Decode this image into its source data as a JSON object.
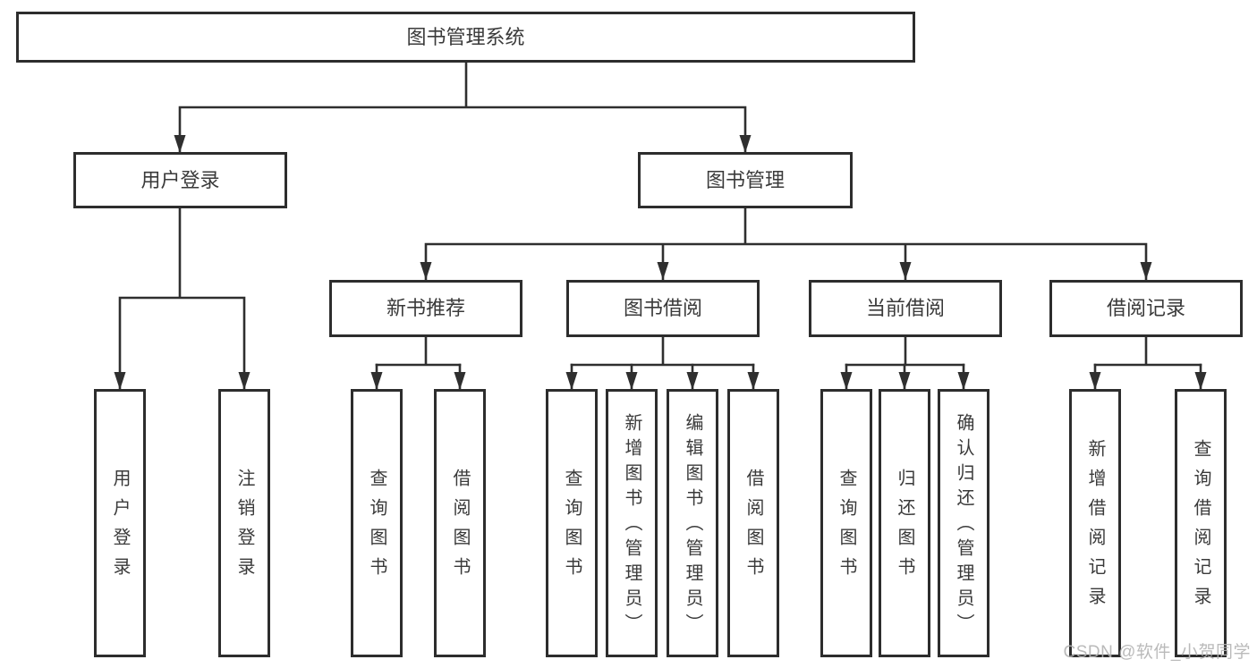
{
  "tree": {
    "label": "图书管理系统",
    "children": [
      {
        "label": "用户登录",
        "children": [
          {
            "label": "用户登录"
          },
          {
            "label": "注销登录"
          }
        ]
      },
      {
        "label": "图书管理",
        "children": [
          {
            "label": "新书推荐",
            "children": [
              {
                "label": "查询图书"
              },
              {
                "label": "借阅图书"
              }
            ]
          },
          {
            "label": "图书借阅",
            "children": [
              {
                "label": "查询图书"
              },
              {
                "label": "新增图书（管理员）"
              },
              {
                "label": "编辑图书（管理员）"
              },
              {
                "label": "借阅图书"
              }
            ]
          },
          {
            "label": "当前借阅",
            "children": [
              {
                "label": "查询图书"
              },
              {
                "label": "归还图书"
              },
              {
                "label": "确认归还（管理员）"
              }
            ]
          },
          {
            "label": "借阅记录",
            "children": [
              {
                "label": "新增借阅记录"
              },
              {
                "label": "查询借阅记录"
              }
            ]
          }
        ]
      }
    ]
  },
  "watermark": {
    "text": "CSDN @软件_小贺同学"
  },
  "colors": {
    "line": "#2f2f2f",
    "box-border": "#2d2d2d",
    "text": "#3a3a3a",
    "watermark": "#b3b3b3",
    "background": "#ffffff"
  }
}
